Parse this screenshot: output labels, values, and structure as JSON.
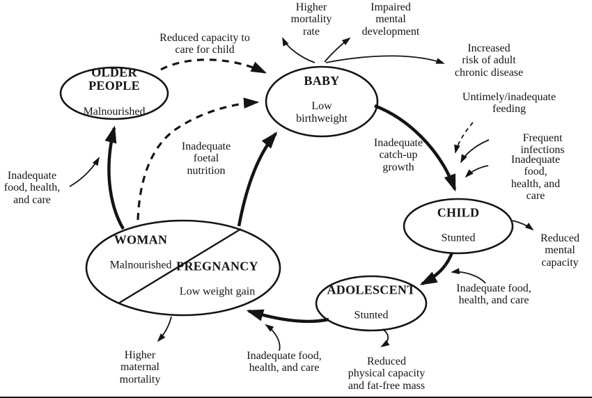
{
  "canvas": {
    "background": "#ffffff",
    "ink": "#141414"
  },
  "nodes": {
    "older_people": {
      "title": "OLDER\nPEOPLE",
      "subtitle": "Malnourished"
    },
    "baby": {
      "title": "BABY",
      "subtitle": "Low\nbirthweight"
    },
    "child": {
      "title": "CHILD",
      "subtitle": "Stunted"
    },
    "adolescent": {
      "title": "ADOLESCENT",
      "subtitle": "Stunted"
    },
    "woman": {
      "title": "WOMAN",
      "subtitle": "Malnourished"
    },
    "pregnancy": {
      "title": "PREGNANCY",
      "subtitle": "Low weight gain"
    }
  },
  "labels": {
    "higher_mortality_rate": "Higher\nmortality\nrate",
    "impaired_mental_development": "Impaired\nmental\ndevelopment",
    "increased_risk_adult_chronic_disease": "Increased\nrisk of adult\nchronic disease",
    "reduced_capacity_to_care_for_child": "Reduced capacity to\ncare for child",
    "untimely_inadequate_feeding": "Untimely/inadequate\nfeeding",
    "frequent_infections": "Frequent infections",
    "inadequate_food_health_care_right": "Inadequate food,\nhealth, and care",
    "reduced_mental_capacity": "Reduced\nmental\ncapacity",
    "inadequate_catch_up_growth": "Inadequate\ncatch-up\ngrowth",
    "inadequate_foetal_nutrition": "Inadequate\nfoetal\nnutrition",
    "inadequate_food_health_care_left": "Inadequate\nfood, health,\nand care",
    "inadequate_food_health_care_adolescent": "Inadequate food,\nhealth, and care",
    "reduced_physical_capacity": "Reduced\nphysical capacity\nand fat-free mass",
    "inadequate_food_health_care_bottom": "Inadequate food,\nhealth, and care",
    "higher_maternal_mortality": "Higher\nmaternal\nmortality"
  }
}
